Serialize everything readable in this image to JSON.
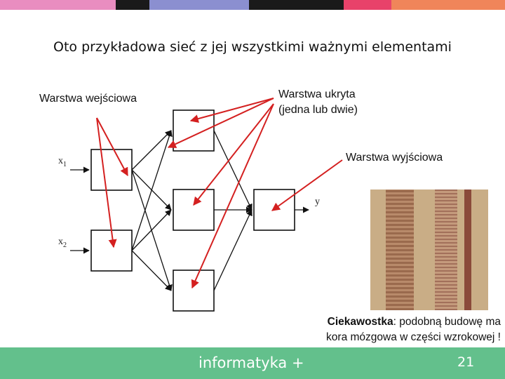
{
  "slide": {
    "title": "Oto przykładowa sieć z jej wszystkimi ważnymi elementami",
    "labels": {
      "input_layer": "Warstwa wejściowa",
      "hidden_layer_line1": "Warstwa ukryta",
      "hidden_layer_line2": "(jedna lub dwie)",
      "output_layer": "Warstwa wyjściowa"
    },
    "diagram": {
      "input_vars": [
        {
          "name": "x",
          "sub": "1"
        },
        {
          "name": "x",
          "sub": "2"
        }
      ],
      "output_var": "y",
      "layer_sizes": [
        2,
        3,
        1
      ]
    },
    "fact": {
      "lead": "Ciekawostka",
      "text_line1": ": podobną budowę ma",
      "text_line2": "kora mózgowa w części wzrokowej !"
    },
    "footer": {
      "title": "informatyka +",
      "page": "21"
    },
    "colors": {
      "footer": "#63c08c",
      "annotation_arrows": "#d42020",
      "stripe": [
        "#e98dc0",
        "#1a1a1a",
        "#8b8fd0",
        "#1a1a1a",
        "#e8426a",
        "#f0855a"
      ]
    }
  }
}
